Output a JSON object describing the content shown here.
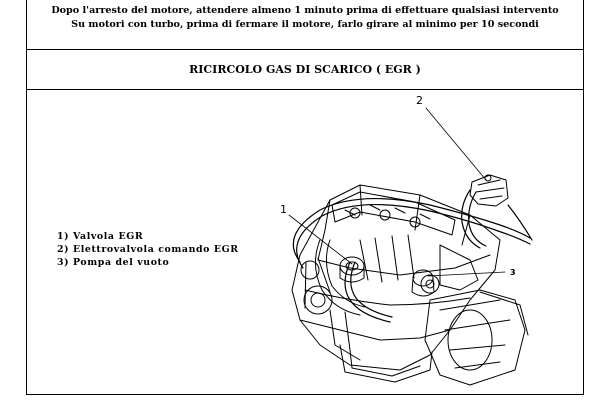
{
  "warning": {
    "line1": "Dopo l'arresto del motore, attendere almeno 1 minuto prima di effettuare qualsiasi intervento",
    "line2": "Su motori con turbo, prima di fermare il motore, farlo girare al minimo per 10 secondi"
  },
  "section_title": "RICIRCOLO GAS DI SCARICO ( EGR )",
  "legend": [
    "1) Valvola EGR",
    "2) Elettrovalvola comando EGR",
    "3) Pompa del vuoto"
  ],
  "callouts": {
    "c1": "1",
    "c2": "2",
    "c3": "3"
  }
}
